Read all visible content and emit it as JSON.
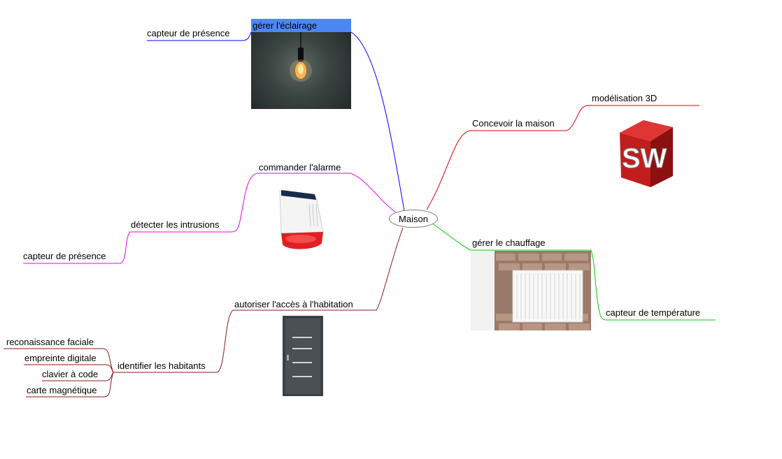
{
  "center": {
    "label": "Maison"
  },
  "branches": {
    "lighting": {
      "label": "gérer l'éclairage",
      "color": "#0000ff",
      "children": [
        "capteur de présence"
      ],
      "image": "hanging-light-bulb"
    },
    "design": {
      "label": "Concevoir la maison",
      "color": "#ff0000",
      "children": [
        "modélisation 3D"
      ],
      "image": "solidworks-logo",
      "logo_text": "SW"
    },
    "alarm": {
      "label": "commander l'alarme",
      "color": "#ff00ff",
      "children": [
        "détecter les intrusions"
      ],
      "grandchildren": [
        "capteur de présence"
      ],
      "image": "alarm-siren"
    },
    "heating": {
      "label": "gérer le chauffage",
      "color": "#00cc00",
      "children": [
        "capteur de température"
      ],
      "image": "radiator-brick-wall"
    },
    "access": {
      "label": "autoriser l'accès à l'habitation",
      "color": "#8b1a1a",
      "children": [
        "identifier les habitants"
      ],
      "grandchildren": [
        "reconaissance faciale",
        "empreinte digitale",
        "clavier à code",
        "carte magnétique"
      ],
      "image": "grey-front-door"
    }
  }
}
